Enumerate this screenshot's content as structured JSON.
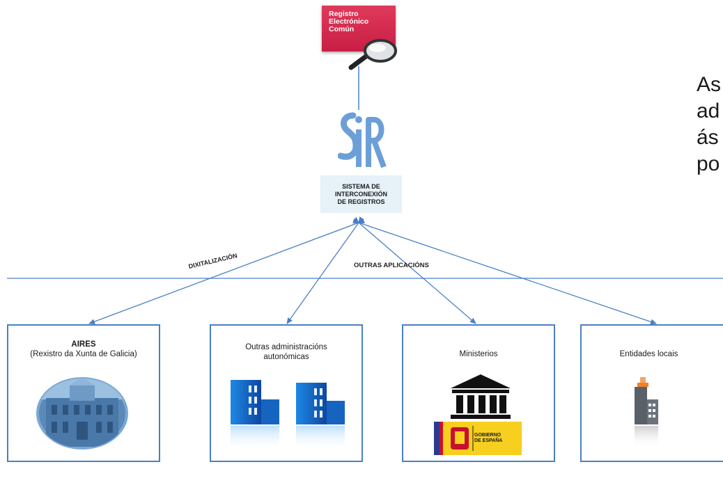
{
  "registro": {
    "line1": "Registro",
    "line2": "Electrónico",
    "line3": "Común"
  },
  "sir": {
    "logo_text": "SIR",
    "label_line1": "SISTEMA DE",
    "label_line2": "INTERCONEXIÓN",
    "label_line3": "DE REGISTROS"
  },
  "side_text": {
    "line1": "As",
    "line2": "ad",
    "line3": "ás",
    "line4": "po"
  },
  "connectors": {
    "dixitalizacion": "DIXITALIZACIÓN",
    "outras_aplicacions": "OUTRAS APLICACIÓNS"
  },
  "cards": {
    "aires": {
      "title": "AIRES",
      "subtitle": "(Rexistro da Xunta de Galicia)"
    },
    "outras": {
      "title_line1": "Outras administracións",
      "title_line2": "autonómicas"
    },
    "ministerios": {
      "title": "Ministerios",
      "gobierno_line1": "GOBIERNO",
      "gobierno_line2": "DE ESPAÑA"
    },
    "entidades": {
      "title": "Entidades locais"
    }
  },
  "colors": {
    "line_blue": "#4a7fc6",
    "registro_red": "#d22a50",
    "sir_blue": "#6c9fd8",
    "building_blue": "#1565c0"
  }
}
